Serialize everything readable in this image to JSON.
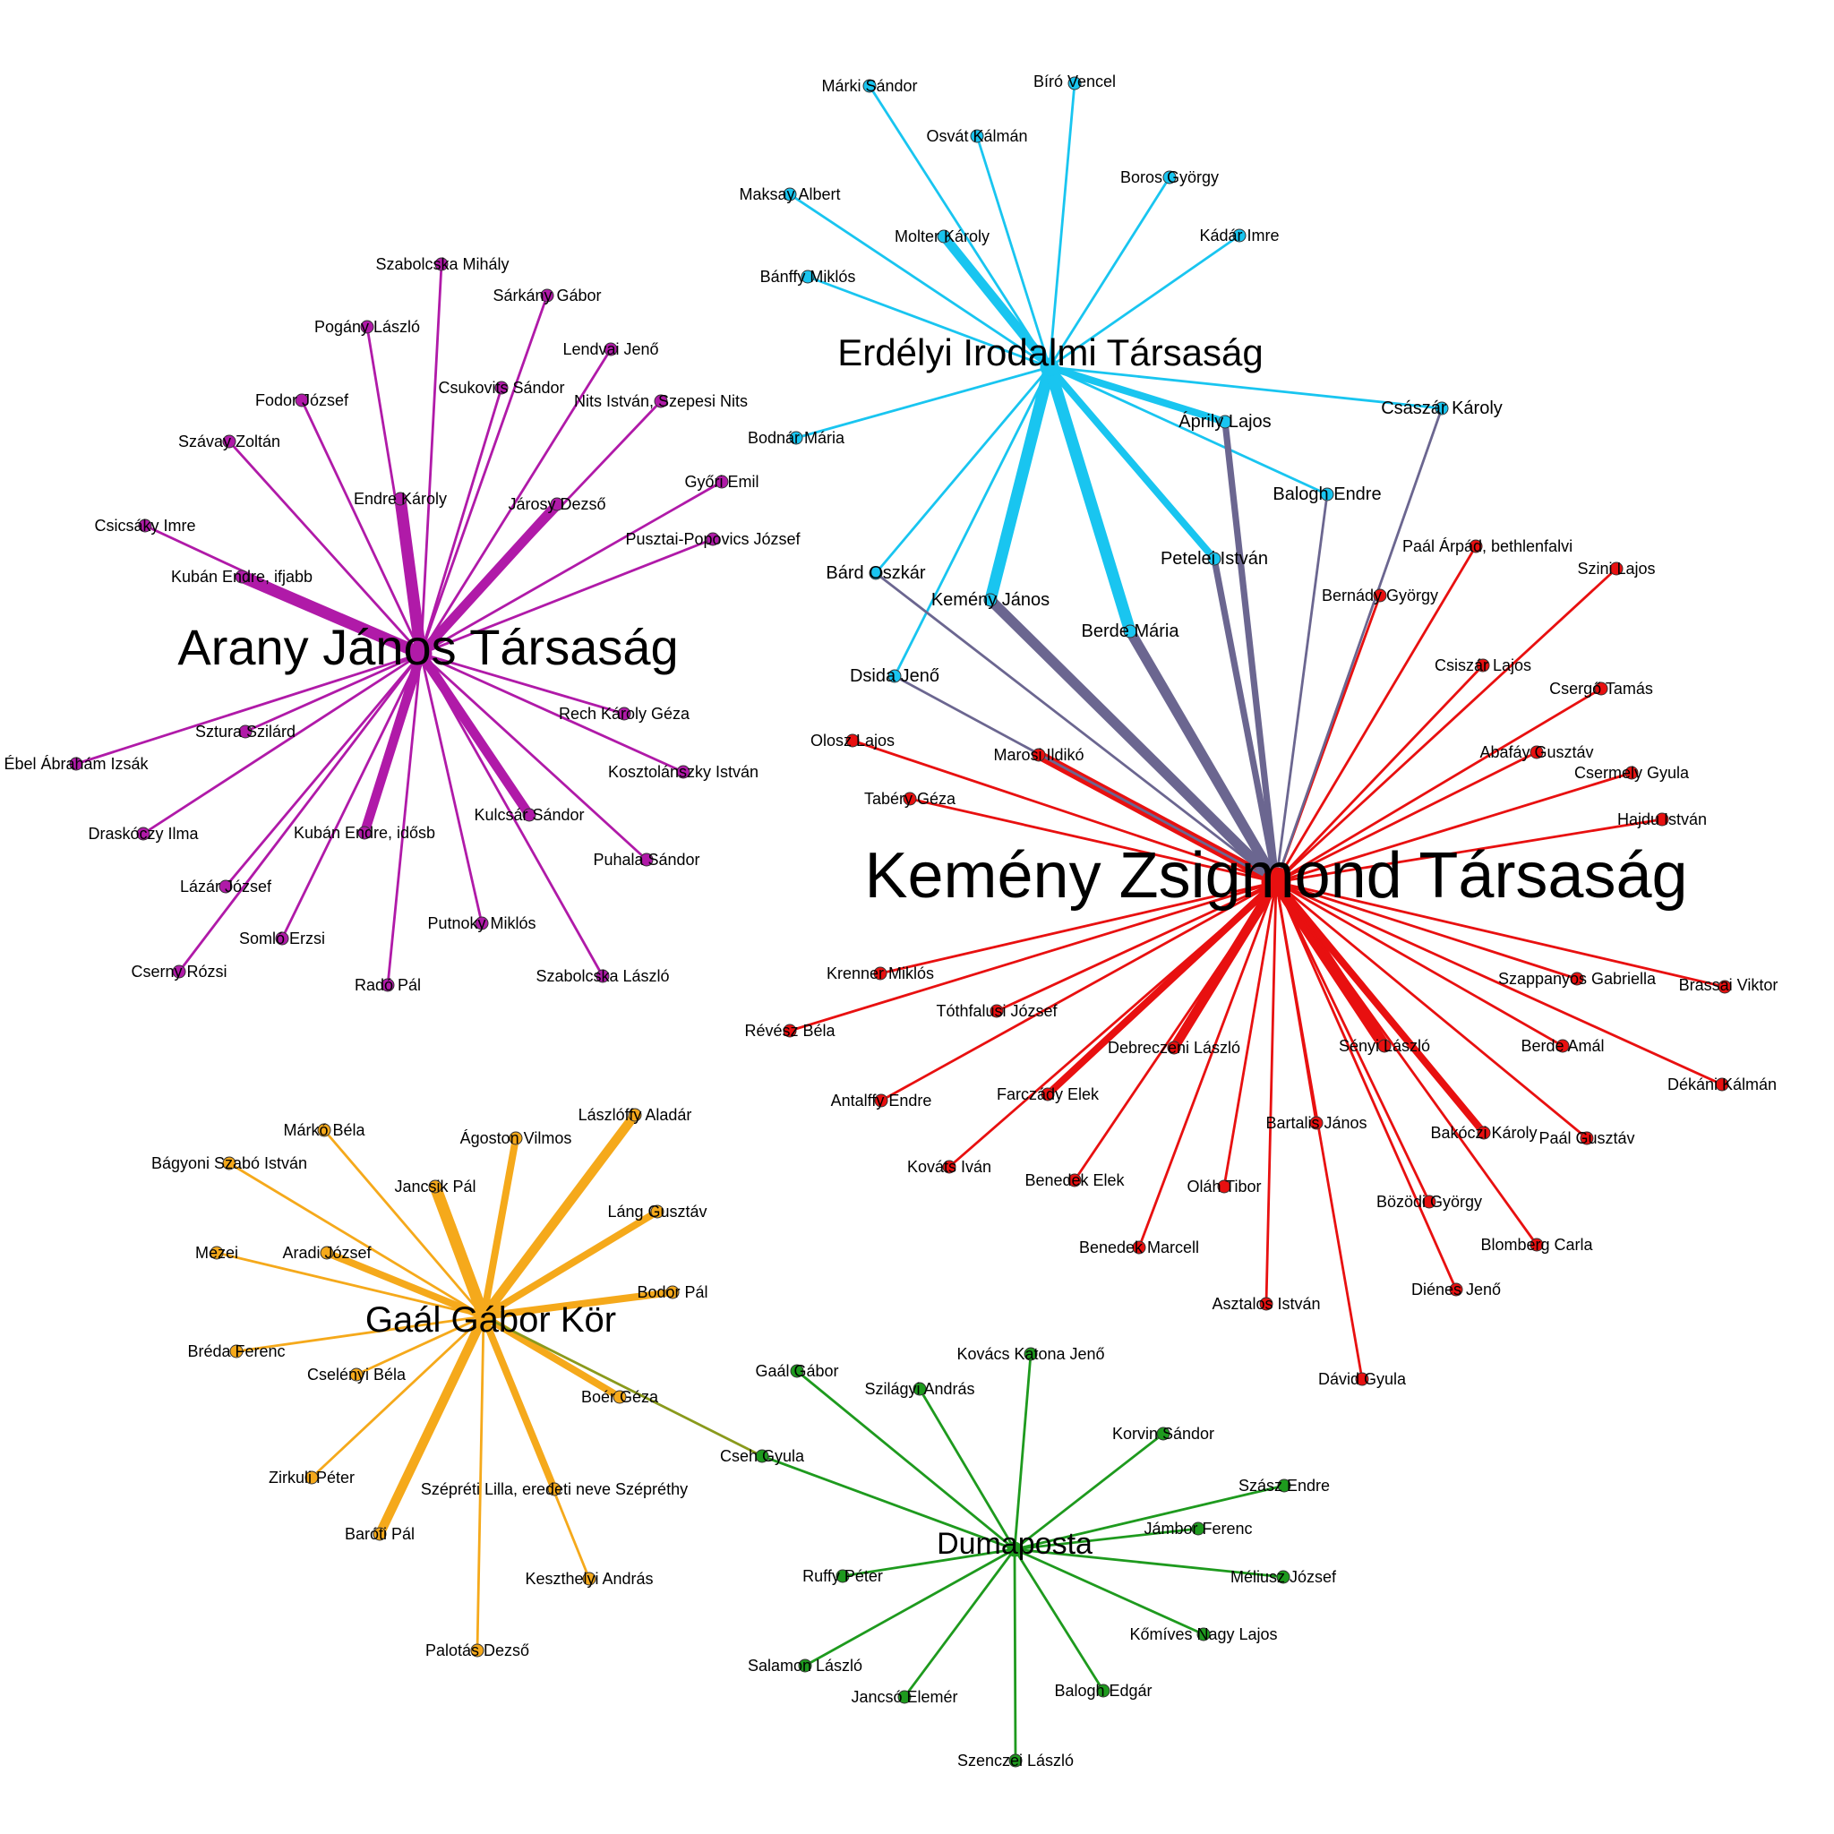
{
  "colors": {
    "arany": "#b01aa8",
    "erdelyi": "#19c5f0",
    "kemeny": "#e81010",
    "gaal": "#f5a91b",
    "dumaposta": "#1e9a1e",
    "shared_kemeny_erdelyi": "#6b6690",
    "shared_gaal_dumaposta": "#8a9a1c"
  },
  "communities": [
    {
      "id": "arany",
      "label": "Arany János Társaság",
      "color_key": "arany",
      "members": [
        "Szabolcska Mihály",
        "Sárkány Gábor",
        "Pogány László",
        "Lendvai Jenő",
        "Fodor József",
        "Csukovits Sándor",
        "Nits István, Szepesi Nits",
        "Szávay Zoltán",
        "Endre Károly",
        "Győri Emil",
        "Járosy Dezső",
        "Csicsáky Imre",
        "Pusztai-Popovics József",
        "Kubán Endre, ifjabb",
        "Sztura Szilárd",
        "Rech Károly Géza",
        "Ébel Ábrahám Izsák",
        "Kosztolánszky István",
        "Draskóczy Ilma",
        "Kubán Endre, idősb",
        "Kulcsár Sándor",
        "Lázár József",
        "Puhala Sándor",
        "Putnoky Miklós",
        "Somló Erzsi",
        "Cserny Rózsi",
        "Radó Pál",
        "Szabolcska László"
      ]
    },
    {
      "id": "erdelyi",
      "label": "Erdélyi Irodalmi Társaság",
      "color_key": "erdelyi",
      "members": [
        "Márki Sándor",
        "Bíró Vencel",
        "Osvát Kálmán",
        "Maksay Albert",
        "Boros György",
        "Kádár Imre",
        "Molter Károly",
        "Bánffy Miklós",
        "Bodnár Mária",
        "Áprily Lajos",
        "Császár Károly",
        "Balogh Endre",
        "Petelei István",
        "Bárd Oszkár",
        "Kemény János",
        "Berde Mária",
        "Dsida Jenő"
      ]
    },
    {
      "id": "kemeny",
      "label": "Kemény Zsigmond Társaság",
      "color_key": "kemeny",
      "members": [
        "Paál Árpád, bethlenfalvi",
        "Szini Lajos",
        "Bernády György",
        "Csiszár Lajos",
        "Csergő Tamás",
        "Olosz Lajos",
        "Marosi Ildikó",
        "Abafáy Gusztáv",
        "Csermely Gyula",
        "Tabéry Géza",
        "Hajdu István",
        "Krenner Miklós",
        "Szappanyos Gabriella",
        "Brassai Viktor",
        "Tóthfalusi József",
        "Révész Béla",
        "Debreczeni László",
        "Sényi László",
        "Berde Amál",
        "Antalffy Endre",
        "Farczády Elek",
        "Dékáni Kálmán",
        "Bartalis János",
        "Bakóczi Károly",
        "Paál Gusztáv",
        "Kováts Iván",
        "Benedek Elek",
        "Oláh Tibor",
        "Bözödi György",
        "Benedek Marcell",
        "Blomberg Carla",
        "Diénes Jenő",
        "Asztalos István",
        "Dávid Gyula"
      ]
    },
    {
      "id": "gaal",
      "label": "Gaál Gábor Kör",
      "color_key": "gaal",
      "members": [
        "Márkó Béla",
        "Lászlóffy Aladár",
        "Ágoston Vilmos",
        "Bágyoni Szabó István",
        "Jancsik Pál",
        "Láng Gusztáv",
        "Mezei",
        "Aradi József",
        "Bodor Pál",
        "Bréda Ferenc",
        "Cselényi Béla",
        "Boér Géza",
        "Zirkuli Péter",
        "Szépréti Lilla, eredeti neve Szépréthy",
        "Baróti Pál",
        "Keszthelyi András",
        "Palotás Dezső"
      ]
    },
    {
      "id": "dumaposta",
      "label": "Dumaposta",
      "color_key": "dumaposta",
      "members": [
        "Gaál Gábor",
        "Kovács Katona Jenő",
        "Szilágyi András",
        "Korvin Sándor",
        "Szász Endre",
        "Jámbor Ferenc",
        "Méliusz József",
        "Ruffy Péter",
        "Kőmíves Nagy Lajos",
        "Salamon László",
        "Jancsó Elemér",
        "Balogh Edgár",
        "Szenczei László"
      ]
    }
  ],
  "bridges": [
    {
      "name": "Bárd Oszkár",
      "home": "erdelyi",
      "also": "kemeny",
      "color_key": "shared_kemeny_erdelyi"
    },
    {
      "name": "Kemény János",
      "home": "erdelyi",
      "also": "kemeny",
      "color_key": "shared_kemeny_erdelyi"
    },
    {
      "name": "Berde Mária",
      "home": "erdelyi",
      "also": "kemeny",
      "color_key": "shared_kemeny_erdelyi"
    },
    {
      "name": "Petelei István",
      "home": "erdelyi",
      "also": "kemeny",
      "color_key": "shared_kemeny_erdelyi"
    },
    {
      "name": "Áprily Lajos",
      "home": "erdelyi",
      "also": "kemeny",
      "color_key": "shared_kemeny_erdelyi"
    },
    {
      "name": "Balogh Endre",
      "home": "erdelyi",
      "also": "kemeny",
      "color_key": "shared_kemeny_erdelyi"
    },
    {
      "name": "Császár Károly",
      "home": "erdelyi",
      "also": "kemeny",
      "color_key": "shared_kemeny_erdelyi"
    },
    {
      "name": "Dsida Jenő",
      "home": "erdelyi",
      "also": "kemeny",
      "color_key": "shared_kemeny_erdelyi"
    },
    {
      "name": "Cseh Gyula",
      "home": "dumaposta",
      "also": "gaal",
      "color_key": "shared_gaal_dumaposta"
    }
  ],
  "tie_strength": {
    "Endre Károly": 5,
    "Járosy Dezső": 4,
    "Kubán Endre, ifjabb": 5,
    "Kubán Endre, idősb": 4,
    "Kulcsár Sándor": 4,
    "Molter Károly": 4,
    "Kemény János": 5,
    "Berde Mária": 5,
    "Petelei István": 3,
    "Áprily Lajos": 3,
    "Marosi Ildikó": 4,
    "Debreczeni László": 4,
    "Sényi László": 5,
    "Bakóczi Károly": 3,
    "Farczády Elek": 3,
    "Jancsik Pál": 5,
    "Lászlóffy Aladár": 4,
    "Ágoston Vilmos": 3,
    "Láng Gusztáv": 3,
    "Bodor Pál": 3,
    "Aradi József": 3,
    "Boér Géza": 3,
    "Baróti Pál": 4,
    "Szépréti Lilla, eredeti neve Szépréthy": 3
  }
}
